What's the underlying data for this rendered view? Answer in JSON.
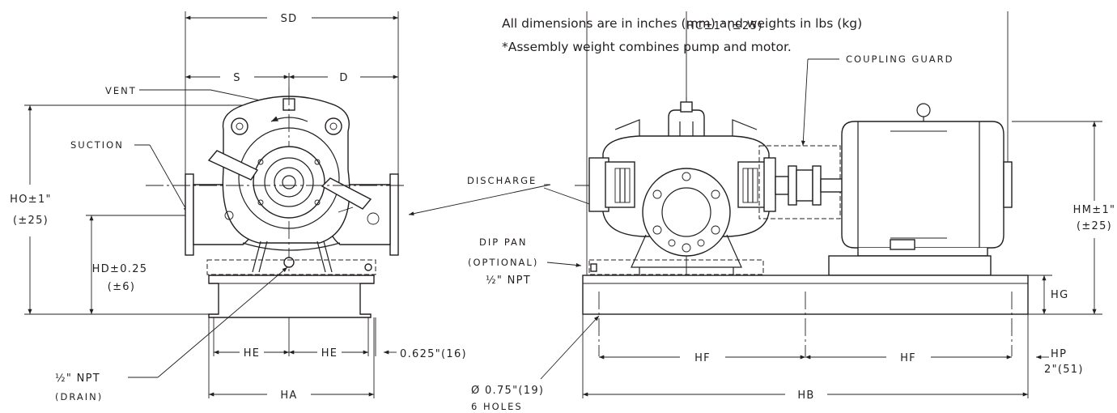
{
  "notes": {
    "line1": "All dimensions are in inches (mm) and weights in lbs (kg)",
    "line2": "*Assembly weight combines pump and motor."
  },
  "end_view": {
    "sd": "SD",
    "s": "S",
    "d": "D",
    "vent": "VENT",
    "suction": "SUCTION",
    "ho": "HO±1\"",
    "ho_mm": "(±25)",
    "hd": "HD±0.25",
    "hd_mm": "(±6)",
    "he_left": "HE",
    "he_right": "HE",
    "offset": "0.625\"(16)",
    "drain_size": "½\" NPT",
    "drain": "(DRAIN)",
    "ha": "HA"
  },
  "side_view": {
    "hc": "HC±1\"(±25)",
    "coupling_guard": "COUPLING GUARD",
    "discharge": "DISCHARGE",
    "dip_pan": "DIP PAN",
    "dip_pan_optional": "(OPTIONAL)",
    "dip_pan_npt": "½\" NPT",
    "hm": "HM±1\"",
    "hm_mm": "(±25)",
    "hg": "HG",
    "hf_left": "HF",
    "hf_right": "HF",
    "hp": "HP",
    "hp_value": "2\"(51)",
    "hole_dia": "Ø 0.75\"(19)",
    "holes": "6 HOLES",
    "hb": "HB"
  }
}
